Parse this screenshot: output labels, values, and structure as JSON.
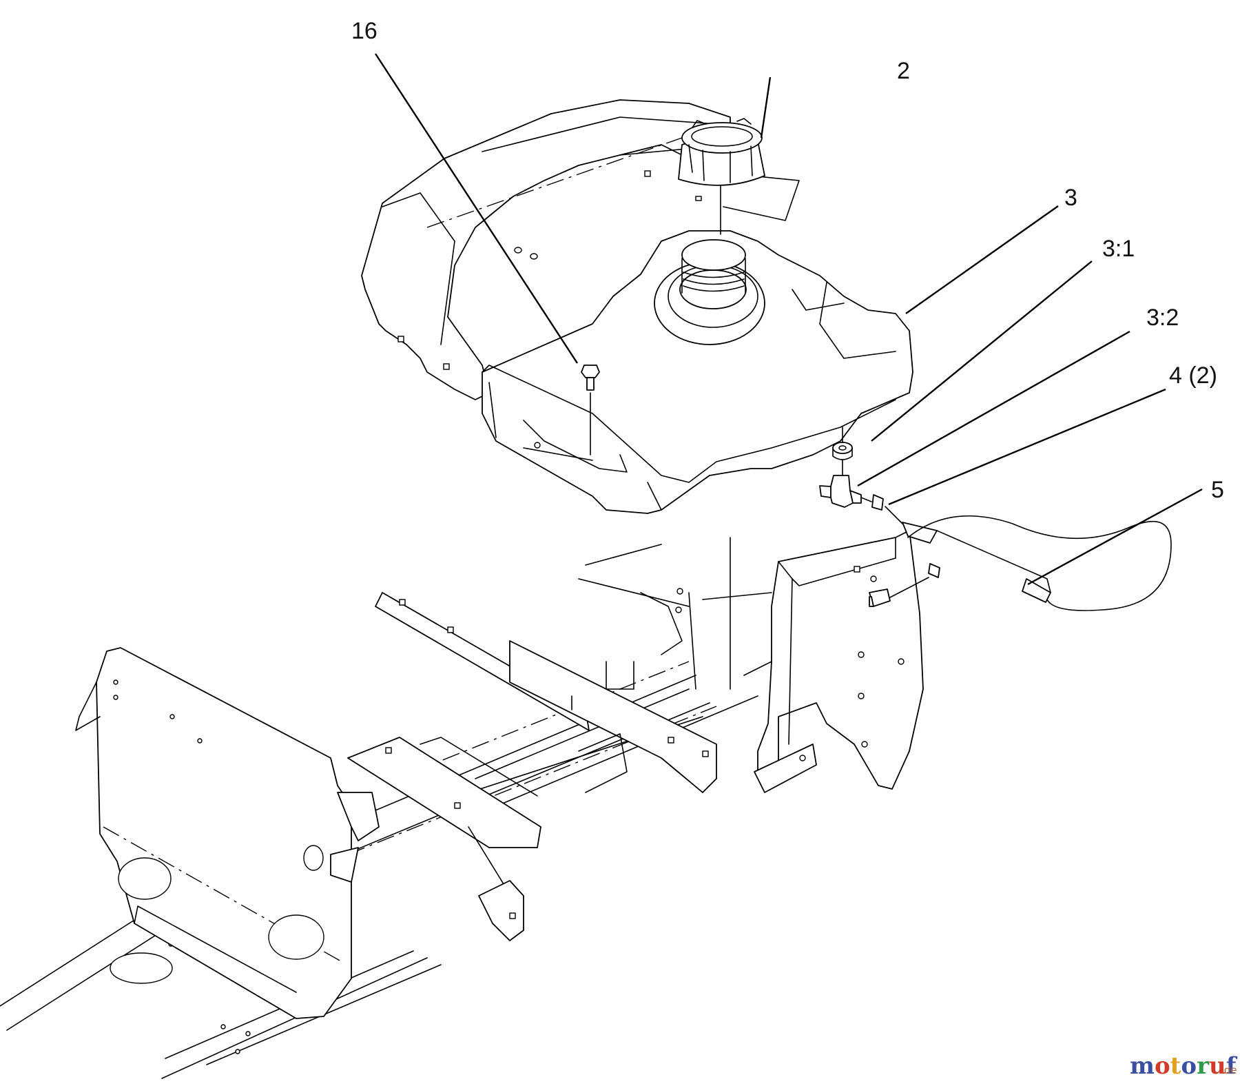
{
  "callouts": {
    "c16": "16",
    "c2": "2",
    "c3": "3",
    "c3_1": "3:1",
    "c3_2": "3:2",
    "c4": "4 (2)",
    "c5": "5"
  },
  "watermark": {
    "letters": [
      "m",
      "o",
      "t",
      "o",
      "r",
      "u",
      "f"
    ],
    "colors": [
      "#3a4fa3",
      "#d23a2a",
      "#e0a020",
      "#3a4fa3",
      "#2f9a4a",
      "#d23a2a",
      "#3a4fa3"
    ],
    "suffix": ".de"
  }
}
